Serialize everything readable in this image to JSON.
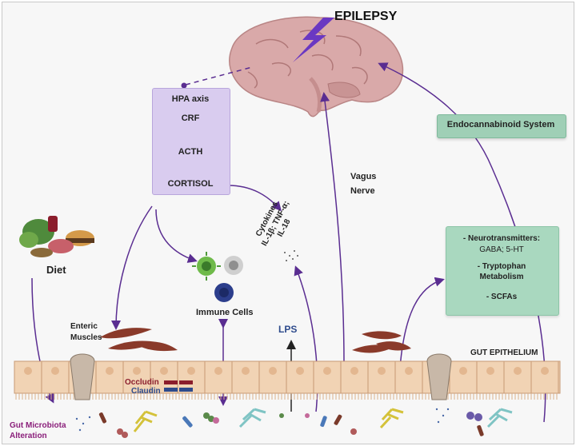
{
  "title": "EPILEPSY",
  "hpa": {
    "title": "HPA axis",
    "steps": [
      "CRF",
      "ACTH",
      "CORTISOL"
    ]
  },
  "endocannabinoid": "Endocannabinoid System",
  "vagus": "Vagus\nNerve",
  "cytokines": "Cytokines\nIL-1β; TNF-α;\nIL-18",
  "neuro": {
    "item1_title": "- Neurotransmitters:",
    "item1_sub": "GABA; 5-HT",
    "item2": "- Tryptophan\nMetabolism",
    "item3": "- SCFAs"
  },
  "diet": "Diet",
  "immune": "Immune Cells",
  "enteric": "Enteric\nMuscles",
  "lps": "LPS",
  "gut_epithelium": "GUT EPITHELIUM",
  "occludin": "Occludin",
  "claudin": "Claudin",
  "microbiota": "Gut Microbiota\nAlteration",
  "colors": {
    "arrow": "#5a2d91",
    "hpa_box": "#d9ccef",
    "endo_box": "#9fcfb6",
    "neuro_box": "#a9d8bf",
    "brain": "#d9a9a9",
    "cell": "#f1d3b4",
    "occludin": "#8b1d2c",
    "claudin": "#2e4b8c",
    "lightning": "#6a38c2"
  }
}
